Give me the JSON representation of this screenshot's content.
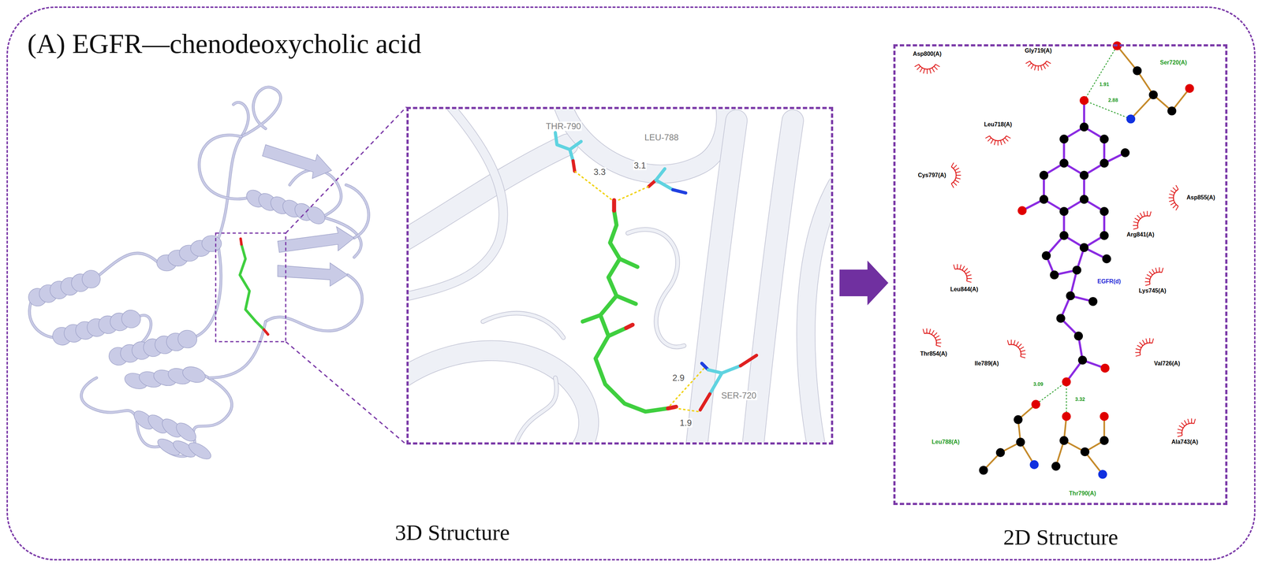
{
  "diagram": {
    "nodes": [
      {
        "text": [
          "(A) EGFR—chenodeoxycholic acid"
        ]
      },
      {
        "text": [
          "3D Structure"
        ],
        "in": 0
      },
      {
        "text": [
          "2D Structure"
        ],
        "in": 0
      }
    ],
    "edges": [
      {
        "from": 1,
        "to": 2,
        "arrow": "to"
      }
    ],
    "labels": [
      "THR-790",
      "3.3",
      "3.1",
      "LEU-788",
      "2.9",
      "1.9",
      "SER-720",
      "Asp800(A)",
      "Gly719(A)",
      "Ser720(A)",
      "1.91",
      "2.88",
      "Leu718(A)",
      "Cys797(A)",
      "Asp855(A)",
      "Arg841(A)",
      "Leu844(A)",
      "EGFR(d)",
      "Lys745(A)",
      "Thr854(A)",
      "Ile789(A)",
      "Val726(A)",
      "3.09",
      "3.32",
      "Leu788(A)",
      "Ala743(A)",
      "Thr790(A)"
    ]
  }
}
